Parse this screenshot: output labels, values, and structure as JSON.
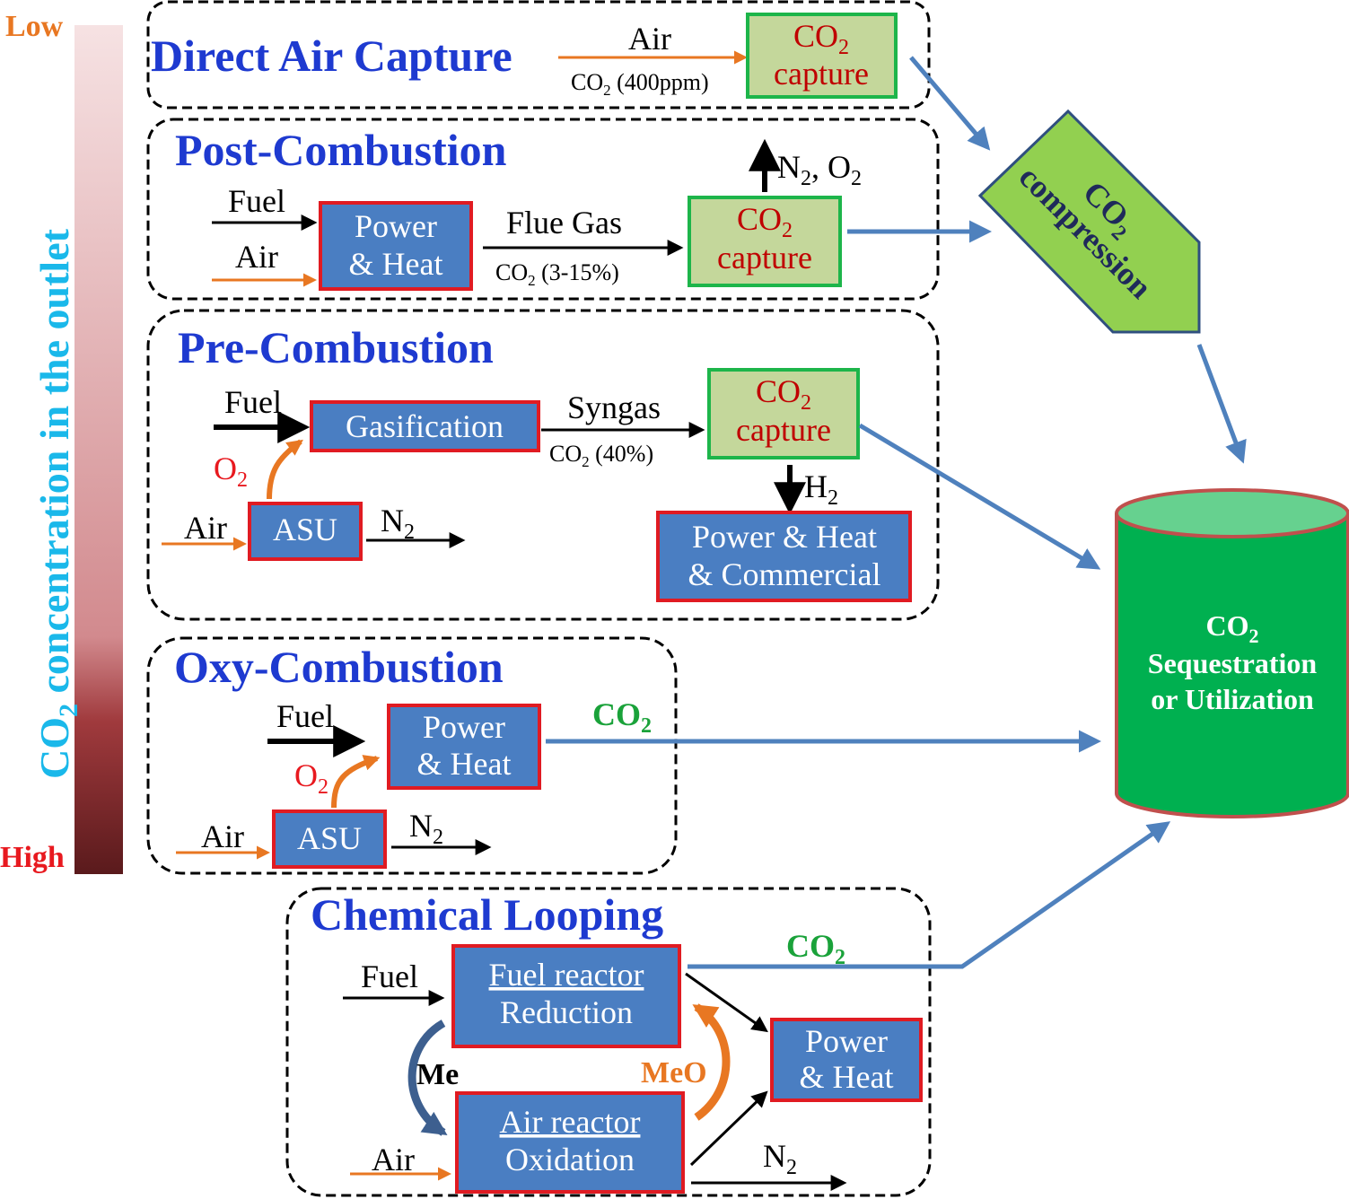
{
  "gradient_bar": {
    "low_label": "Low",
    "high_label": "High",
    "axis_label_co2": "CO",
    "axis_label_sub": "2",
    "axis_label_rest": " concentration in the outlet"
  },
  "direct_air": {
    "title": "Direct Air Capture",
    "air_label": "Air",
    "stream_co": "CO",
    "stream_sub": "2",
    "stream_rest": " (400ppm)",
    "capture_line1_co": "CO",
    "capture_line1_sub": "2",
    "capture_line2": "capture"
  },
  "post": {
    "title": "Post-Combustion",
    "fuel_label": "Fuel",
    "air_label": "Air",
    "box_line1": "Power",
    "box_line2": "& Heat",
    "flue_label": "Flue Gas",
    "stream_co": "CO",
    "stream_sub": "2",
    "stream_rest": " (3-15%)",
    "capture_co": "CO",
    "capture_sub": "2",
    "capture_line2": "capture",
    "vent_n": "N",
    "vent_sub1": "2",
    "vent_mid": ", O",
    "vent_sub2": "2"
  },
  "pre": {
    "title": "Pre-Combustion",
    "fuel_label": "Fuel",
    "gasification": "Gasification",
    "syngas": "Syngas",
    "stream_co": "CO",
    "stream_sub": "2",
    "stream_rest": " (40%)",
    "capture_co": "CO",
    "capture_sub": "2",
    "capture_line2": "capture",
    "o2_o": "O",
    "o2_sub": "2",
    "air_label": "Air",
    "asu": "ASU",
    "n2_n": "N",
    "n2_sub": "2",
    "h2_h": "H",
    "h2_sub": "2",
    "power_line1": "Power & Heat",
    "power_line2": "& Commercial"
  },
  "oxy": {
    "title": "Oxy-Combustion",
    "fuel_label": "Fuel",
    "box_line1": "Power",
    "box_line2": "& Heat",
    "co2_co": "CO",
    "co2_sub": "2",
    "o2_o": "O",
    "o2_sub": "2",
    "air_label": "Air",
    "asu": "ASU",
    "n2_n": "N",
    "n2_sub": "2"
  },
  "chem": {
    "title": "Chemical Looping",
    "fuel_label": "Fuel",
    "fuel_reactor_line1": "Fuel reactor",
    "fuel_reactor_line2": "Reduction",
    "air_reactor_line1": "Air reactor",
    "air_reactor_line2": "Oxidation",
    "me": "Me",
    "meo": "MeO",
    "air_label": "Air",
    "co2_co": "CO",
    "co2_sub": "2",
    "power_line1": "Power",
    "power_line2": "& Heat",
    "n2_n": "N",
    "n2_sub": "2"
  },
  "compression": {
    "line1_co": "CO",
    "line1_sub": "2",
    "line2": "compression"
  },
  "storage": {
    "line1_co": "CO",
    "line1_sub": "2",
    "line2": "Sequestration",
    "line3": "or Utilization"
  },
  "colors": {
    "title_blue": "#1e3ad0",
    "box_blue": "#4a7ec2",
    "box_border_red": "#e01b22",
    "capture_fill": "#c4d79b",
    "capture_border": "#1db54a",
    "orange": "#e87722",
    "flow_blue": "#4f81bd",
    "cylinder_green": "#00b050",
    "compression_green": "#92d050"
  }
}
